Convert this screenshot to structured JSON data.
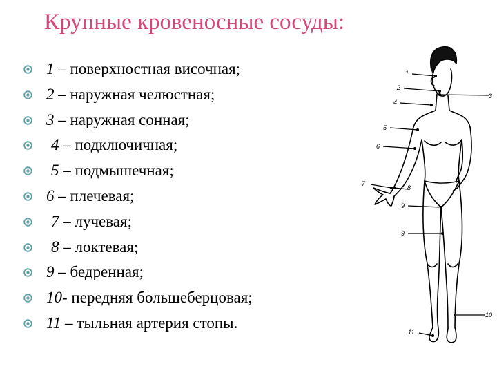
{
  "title": "Крупные кровеносные сосуды:",
  "items": [
    {
      "num": "1",
      "text": " – поверхностная височная;",
      "indent": false
    },
    {
      "num": "2",
      "text": " – наружная челюстная;",
      "indent": false
    },
    {
      "num": "3",
      "text": " – наружная сонная;",
      "indent": false
    },
    {
      "num": "4",
      "text": " – подключичная;",
      "indent": true
    },
    {
      "num": "5",
      "text": " – подмышечная;",
      "indent": true
    },
    {
      "num": "6",
      "text": " – плечевая;",
      "indent": false
    },
    {
      "num": "7",
      "text": " – лучевая;",
      "indent": true
    },
    {
      "num": "8",
      "text": " – локтевая;",
      "indent": true
    },
    {
      "num": "9",
      "text": " – бедренная;",
      "indent": false
    },
    {
      "num": "10-",
      "text": " передняя большеберцовая;",
      "indent": false
    },
    {
      "num": "11",
      "text": " – тыльная артерия стопы.",
      "indent": false
    }
  ],
  "diagram_labels": [
    "1",
    "2",
    "3",
    "4",
    "5",
    "6",
    "7",
    "8",
    "9",
    "9",
    "10",
    "11"
  ],
  "colors": {
    "title": "#d4477a",
    "bullet": "#5aa0a6",
    "text": "#000000"
  },
  "bullet_icon": "circle-target-icon"
}
